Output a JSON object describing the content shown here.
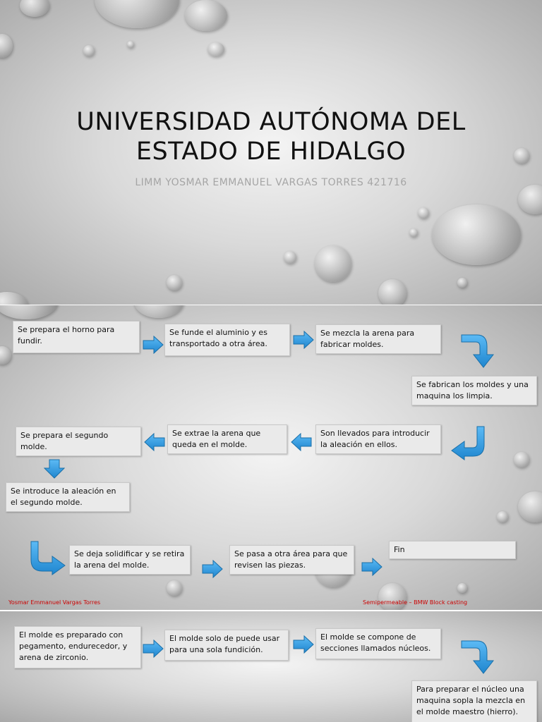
{
  "slide1": {
    "title_line1": "Universidad Autónoma del",
    "title_line2": "Estado de Hidalgo",
    "subtitle": "LIMM Yosmar Emmanuel Vargas Torres 421716"
  },
  "slide2": {
    "steps": [
      "Se prepara el horno para fundir.",
      "Se funde el aluminio y es transportado a otra área.",
      "Se mezcla la arena para fabricar moldes.",
      "Se fabrican los moldes y una maquina los limpia.",
      "Son llevados para introducir la aleación en ellos.",
      "Se extrae la arena que queda en el molde.",
      "Se prepara el segundo molde.",
      "Se introduce la aleación en el segundo molde.",
      "Se deja solidificar y se retira la arena del molde.",
      "Se pasa a otra área para que revisen las piezas.",
      "Fin"
    ],
    "footer_left": "Yosmar Emmanuel Vargas Torres",
    "footer_right": "Semipermeable – BMW Block casting"
  },
  "slide3": {
    "steps": [
      "El molde es preparado con pegamento, endurecedor, y arena de zirconio.",
      "El molde solo de puede usar para una sola fundición.",
      "El molde se compone de secciones llamados núcleos.",
      "Para preparar el núcleo una maquina sopla la mezcla en el molde maestro (hierro)."
    ]
  },
  "colors": {
    "arrow": "#2e9ce6",
    "arrow_stroke": "#1a6fa8",
    "footer": "#cc0000"
  }
}
